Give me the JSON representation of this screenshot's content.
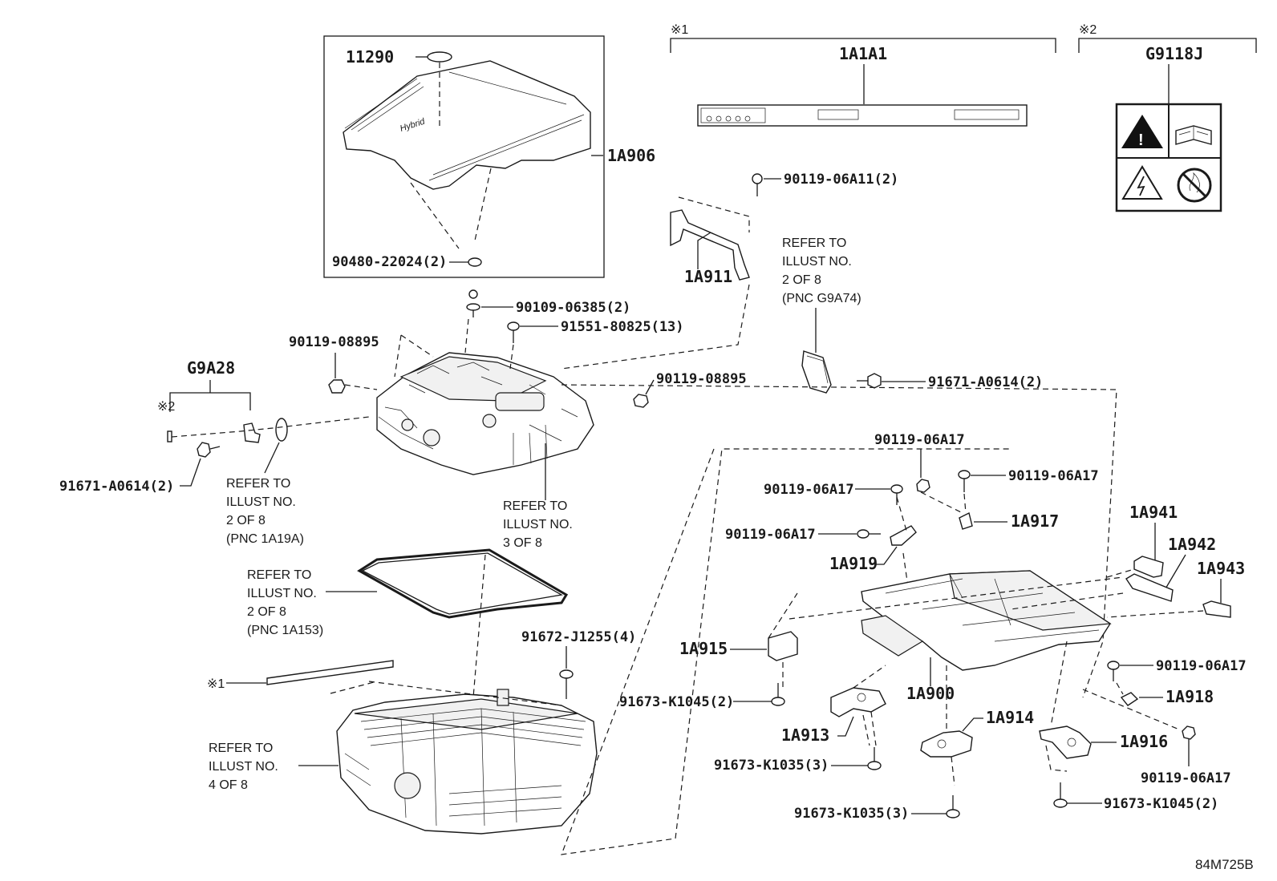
{
  "diagram": {
    "code": "84M725B",
    "watermark": "",
    "markers": {
      "m1_top": "※1",
      "m2_top": "※2",
      "m2_left": "※2",
      "m1_left": "※1"
    },
    "parts": {
      "p11290": "11290",
      "p1A906": "1A906",
      "p90480": "90480-22024(2)",
      "p90109": "90109-06385(2)",
      "p91551": "91551-80825(13)",
      "p90119_08895_a": "90119-08895",
      "p90119_08895_b": "90119-08895",
      "pG9A28": "G9A28",
      "p91671_left": "91671-A0614(2)",
      "p91671_right": "91671-A0614(2)",
      "p1A1A1": "1A1A1",
      "pG9118J": "G9118J",
      "p90119_06A11": "90119-06A11(2)",
      "p1A911": "1A911",
      "p90119_06A17_a": "90119-06A17",
      "p90119_06A17_b": "90119-06A17",
      "p90119_06A17_c": "90119-06A17",
      "p90119_06A17_d": "90119-06A17",
      "p90119_06A17_e": "90119-06A17",
      "p90119_06A17_f": "90119-06A17",
      "p1A917": "1A917",
      "p1A919": "1A919",
      "p1A941": "1A941",
      "p1A942": "1A942",
      "p1A943": "1A943",
      "p1A915": "1A915",
      "p1A900": "1A900",
      "p1A918": "1A918",
      "p1A913": "1A913",
      "p1A914": "1A914",
      "p1A916": "1A916",
      "p91672": "91672-J1255(4)",
      "p91673_K1045_a": "91673-K1045(2)",
      "p91673_K1045_b": "91673-K1045(2)",
      "p91673_K1035_a": "91673-K1035(3)",
      "p91673_K1035_b": "91673-K1035(3)"
    },
    "notes": {
      "g9a74": [
        "REFER TO",
        "ILLUST NO.",
        "2 OF 8",
        "(PNC G9A74)"
      ],
      "a19a": [
        "REFER TO",
        "ILLUST NO.",
        "2 OF 8",
        "(PNC 1A19A)"
      ],
      "ill3": [
        "REFER TO",
        "ILLUST NO.",
        "3 OF 8"
      ],
      "a153": [
        "REFER TO",
        "ILLUST NO.",
        "2 OF 8",
        "(PNC 1A153)"
      ],
      "ill4": [
        "REFER TO",
        "ILLUST NO.",
        "4 OF 8"
      ]
    },
    "icons": [
      "warning-triangle-icon",
      "manual-book-icon",
      "high-voltage-icon",
      "no-fire-icon"
    ]
  }
}
